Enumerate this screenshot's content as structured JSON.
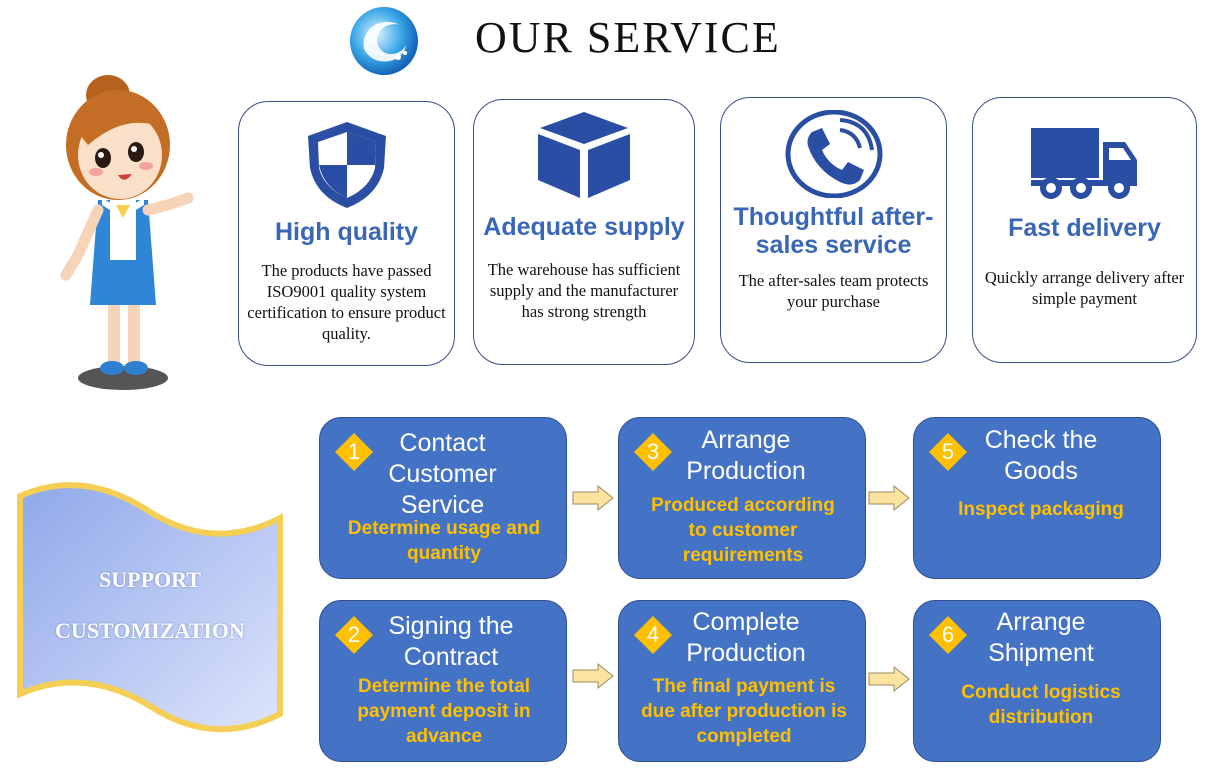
{
  "header": {
    "title": "OUR SERVICE"
  },
  "services": [
    {
      "icon": "shield-icon",
      "title": "High quality",
      "desc": "The products have passed ISO9001 quality system certification to ensure product quality."
    },
    {
      "icon": "box-icon",
      "title": "Adequate supply",
      "desc": "The warehouse has sufficient supply and the manufacturer has strong strength"
    },
    {
      "icon": "phone-icon",
      "title": "Thoughtful after-sales service",
      "desc": "The after-sales team protects your purchase"
    },
    {
      "icon": "truck-icon",
      "title": "Fast delivery",
      "desc": "Quickly arrange delivery after simple payment"
    }
  ],
  "banner": {
    "line1": "SUPPORT",
    "line2": "CUSTOMIZATION"
  },
  "steps": [
    {
      "num": "1",
      "title": "Contact Customer Service",
      "desc": "Determine usage and quantity"
    },
    {
      "num": "2",
      "title": "Signing the Contract",
      "desc": "Determine the total payment deposit in advance"
    },
    {
      "num": "3",
      "title": "Arrange Production",
      "desc": "Produced according to customer requirements"
    },
    {
      "num": "4",
      "title": "Complete Production",
      "desc": "The final payment is due after production is completed"
    },
    {
      "num": "5",
      "title": "Check the Goods",
      "desc": "Inspect packaging"
    },
    {
      "num": "6",
      "title": "Arrange Shipment",
      "desc": "Conduct logistics distribution"
    }
  ],
  "colors": {
    "step_fill": "#4472c4",
    "step_desc": "#ffc000",
    "title_blue": "#3a67b5",
    "diamond": "#ffc000"
  }
}
